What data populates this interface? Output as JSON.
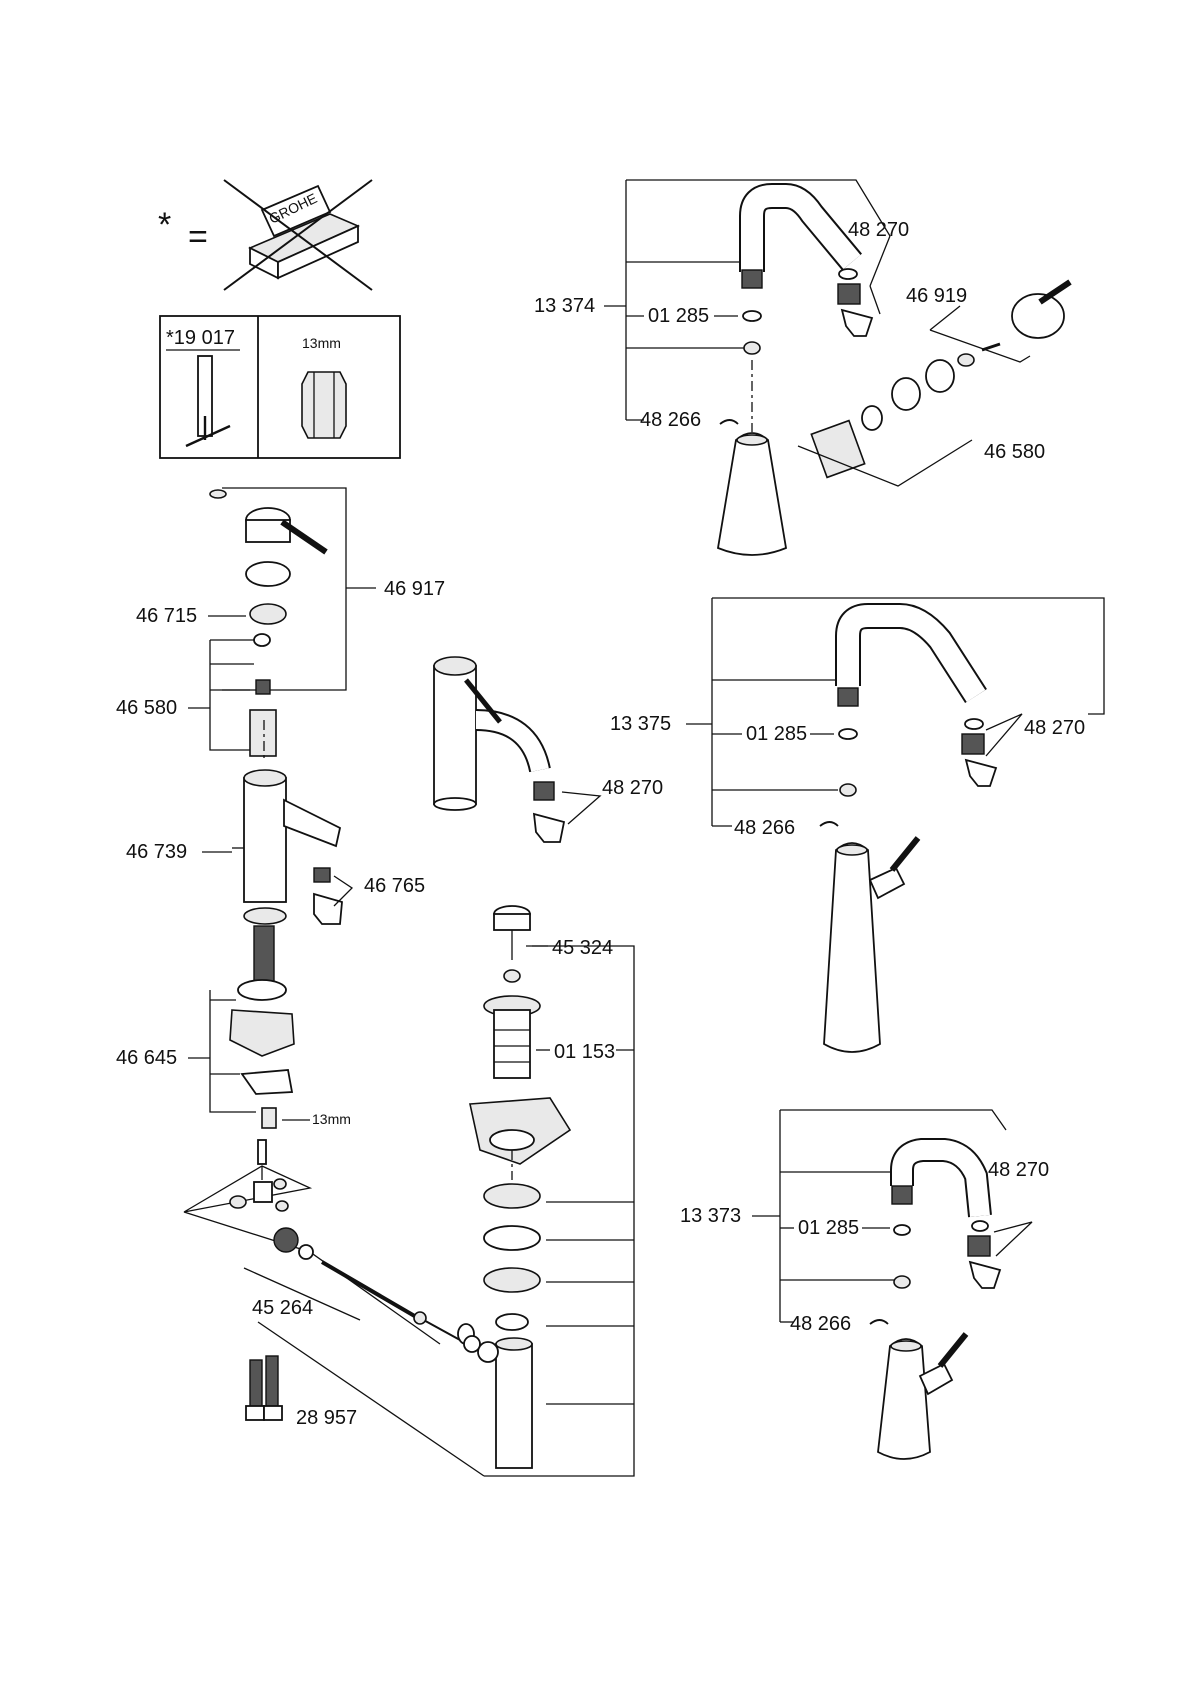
{
  "notice": {
    "asterisk": "*",
    "equals": "=",
    "brand_on_box": "GROHE"
  },
  "tool_box": {
    "tool_number": "*19 017",
    "socket_size": "13mm"
  },
  "labels": {
    "l13374": "13 374",
    "l01285_a": "01 285",
    "l48266_a": "48 266",
    "l48270_a": "48 270",
    "l46919": "46 919",
    "l46580_a": "46 580",
    "l46917": "46 917",
    "l46715": "46 715",
    "l46580_b": "46 580",
    "l46739": "46 739",
    "l46765": "46 765",
    "l48270_b": "48 270",
    "l13375": "13 375",
    "l01285_b": "01 285",
    "l48266_b": "48 266",
    "l48270_c": "48 270",
    "l45324": "45 324",
    "l01153": "01 153",
    "l46645": "46 645",
    "l13mm": "13mm",
    "l45264": "45 264",
    "l28957": "28 957",
    "l13373": "13 373",
    "l01285_c": "01 285",
    "l48266_c": "48 266",
    "l48270_d": "48 270"
  }
}
